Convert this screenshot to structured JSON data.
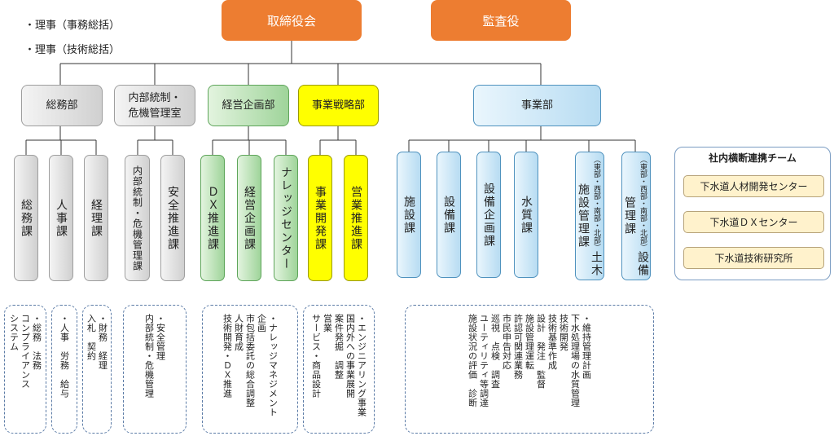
{
  "top": {
    "board": "取締役会",
    "audit": "監査役"
  },
  "notes": [
    "・理事（事務総括）",
    "・理事（技術総括）"
  ],
  "departments": {
    "somu": "総務部",
    "naibu": "内部統制・\n危機管理室",
    "keiei": "経営企画部",
    "senryaku": "事業戦略部",
    "jigyo": "事業部"
  },
  "sections": {
    "somuka": "総務課",
    "jinjika": "人事課",
    "keirika": "経理課",
    "naibuka": "内部統制・危機管理課",
    "anzenka": "安全推進課",
    "dxka": "ＤＸ推進課",
    "keieika": "経営企画課",
    "knowledge": "ナレッジセンター",
    "kaihatsuka": "事業開発課",
    "eigyoka": "営業推進課",
    "shisetsuka": "施設課",
    "setsubika": "設備課",
    "setsubikikakuka": "設備企画課",
    "suishitsuka": "水質課",
    "doboku_region": "（東部・西部・南部・北部）",
    "doboku": "土木施設管理課",
    "setsubikanri_region": "（東部・西部・南部・北部）",
    "setsubikanri": "設備管理課"
  },
  "duties": {
    "somu": [
      "・総務　法務",
      "コンプライアンス",
      "システム"
    ],
    "jinji": [
      "・人事　労務　給与"
    ],
    "keiri": [
      "・財務　経理",
      "入札　契約"
    ],
    "naibu": [
      "・安全管理",
      "内部統制・危機管理"
    ],
    "keiei": [
      "・ナレッジマネジメント",
      "企画",
      "市包括委託の総合調整",
      "人財育成",
      "技術開発・ＤＸ推進"
    ],
    "senryaku": [
      "・エンジニアリング事業",
      "国内外への事業展開",
      "案件発掘　調整",
      "営業",
      "サービス・商品設計"
    ],
    "jigyo": [
      "・維持管理計画",
      "下水処理場の水質管理",
      "技術開発",
      "技術基準作成",
      "設計　発注　監督",
      "施設管理運転",
      "許認可関連業務",
      "市民申告対応",
      "巡視　点検　調査",
      "ユーティリティ等調達",
      "施設状況の評価　診断"
    ]
  },
  "team": {
    "title": "社内横断連携チーム",
    "items": [
      "下水道人材開発センター",
      "下水道ＤＸセンター",
      "下水道技術研究所"
    ]
  }
}
